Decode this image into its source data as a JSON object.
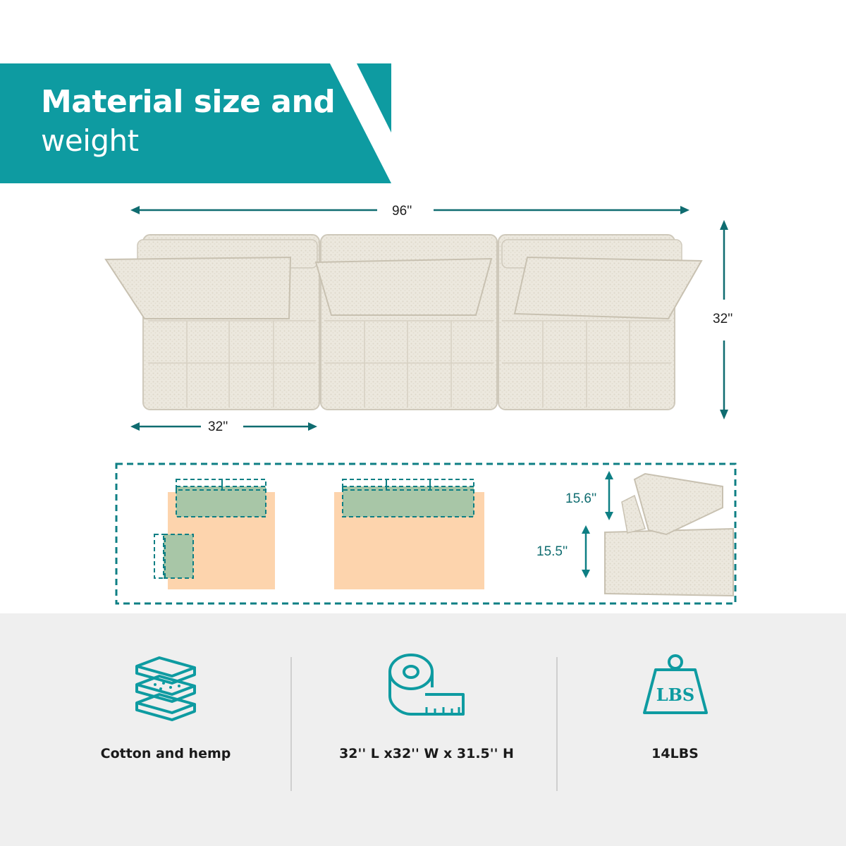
{
  "header": {
    "title_line1": "Material size and",
    "title_line2": "weight"
  },
  "dimensions": {
    "total_width": "96''",
    "depth": "32''",
    "module_width": "32''",
    "back_cushion_height": "15.6''",
    "seat_height": "15.5''"
  },
  "features": [
    {
      "icon": "layered-foam-icon",
      "label": "Cotton and hemp"
    },
    {
      "icon": "measuring-tape-icon",
      "label": "32'' L x32'' W x 31.5'' H"
    },
    {
      "icon": "weight-lbs-icon",
      "label": "14LBS",
      "icon_text": "LBS"
    }
  ],
  "colors": {
    "accent": "#0e9ba1",
    "accent_dark": "#0f6c70",
    "fabric": "#ece8de",
    "floor_plan": "#fdd4ad",
    "cushion_plan": "#a8c6a7",
    "panel": "#efefef"
  }
}
